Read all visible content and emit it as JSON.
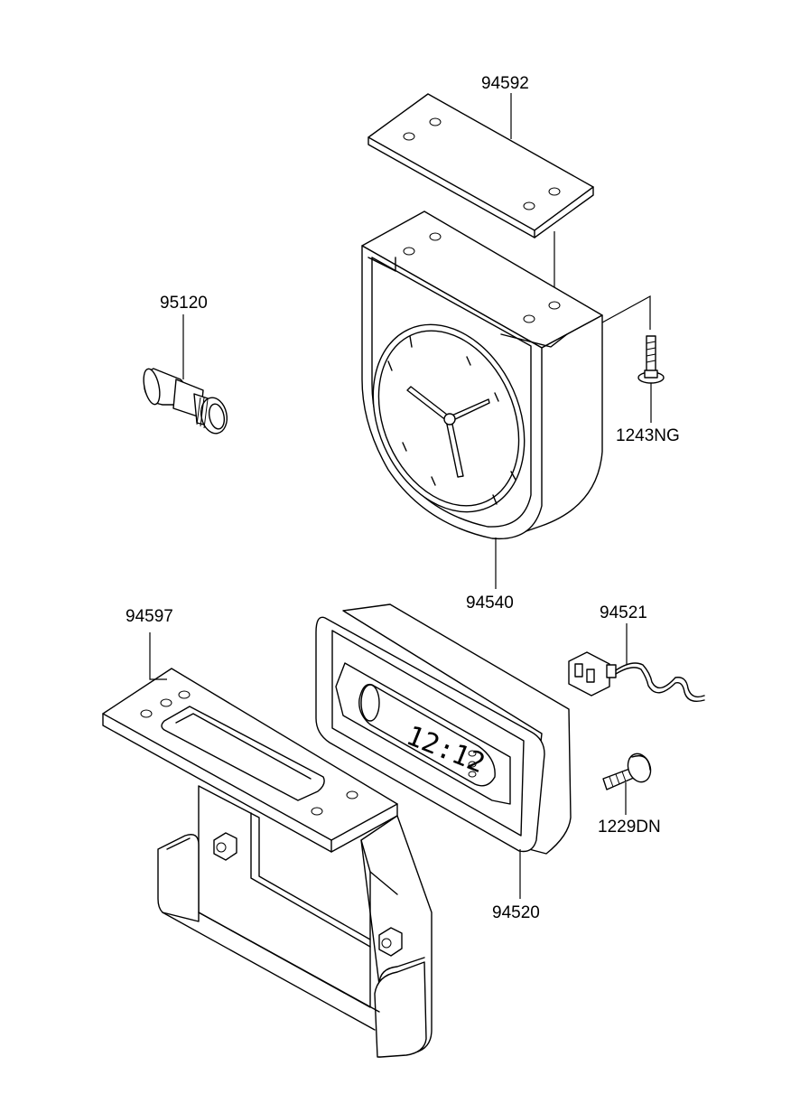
{
  "diagram": {
    "labels": {
      "p94592": "94592",
      "p95120": "95120",
      "p1243NG": "1243NG",
      "p94540": "94540",
      "p94597": "94597",
      "p94521": "94521",
      "p1229DN": "1229DN",
      "p94520": "94520"
    },
    "display_text": "12:12"
  }
}
